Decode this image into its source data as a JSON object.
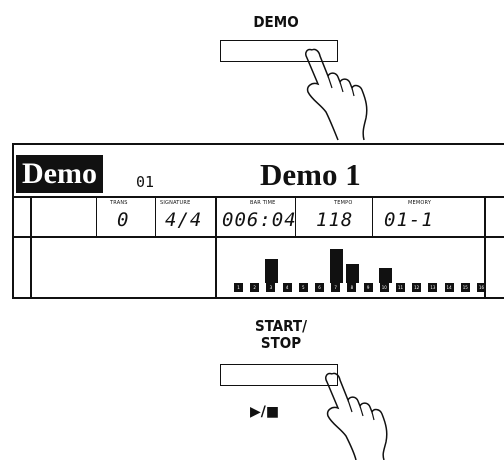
{
  "demo_button": {
    "label": "DEMO"
  },
  "lcd": {
    "mode_tag": "Demo",
    "song_number": "01",
    "song_name": "Demo 1",
    "cells": [
      {
        "label": "TRANS",
        "value": "0"
      },
      {
        "label": "SIGNATURE",
        "value": "4/4"
      },
      {
        "label": "BAR TIME",
        "value": "006:04"
      },
      {
        "label": "TEMPO",
        "value": "118"
      },
      {
        "label": "MEMORY",
        "value": "01-1"
      }
    ],
    "channels": [
      "1",
      "2",
      "3",
      "4",
      "5",
      "6",
      "7",
      "8",
      "9",
      "10",
      "11",
      "12",
      "13",
      "14",
      "15",
      "16"
    ],
    "channel_levels": [
      0,
      0,
      0.7,
      0,
      0,
      0,
      1.0,
      0.55,
      0,
      0.45,
      0,
      0,
      0,
      0,
      0,
      0
    ]
  },
  "start_stop_button": {
    "label_line1": "START/",
    "label_line2": "STOP",
    "icon_text": "▶/■"
  }
}
